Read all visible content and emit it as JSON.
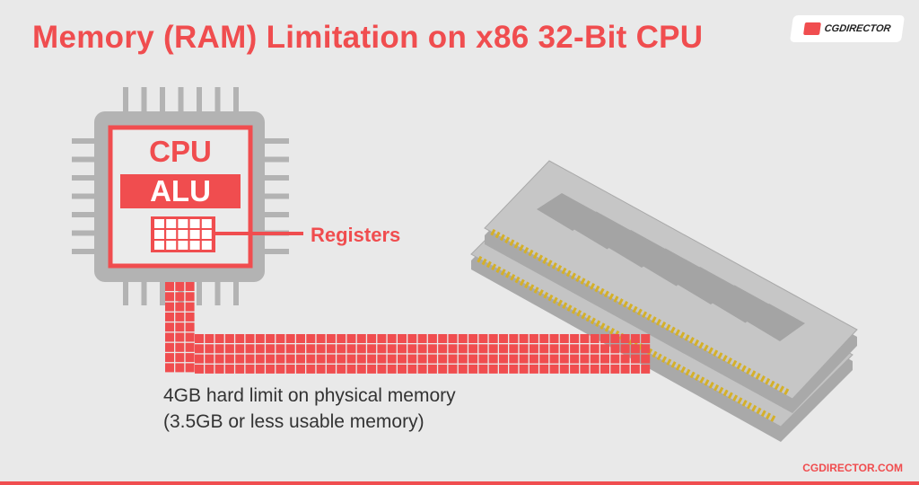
{
  "title": "Memory (RAM) Limitation on x86 32-Bit CPU",
  "logo": {
    "text": "CGDIRECTOR"
  },
  "cpu": {
    "label": "CPU",
    "alu": "ALU",
    "registers": "Registers"
  },
  "caption": {
    "line1": "4GB hard limit on physical memory",
    "line2": "(3.5GB or less usable memory)"
  },
  "footer": "CGDIRECTOR.COM",
  "colors": {
    "accent": "#f04d4f",
    "chip": "#b3b3b3",
    "background": "#e9e9e9",
    "ram_contacts": "#d4b02a"
  }
}
